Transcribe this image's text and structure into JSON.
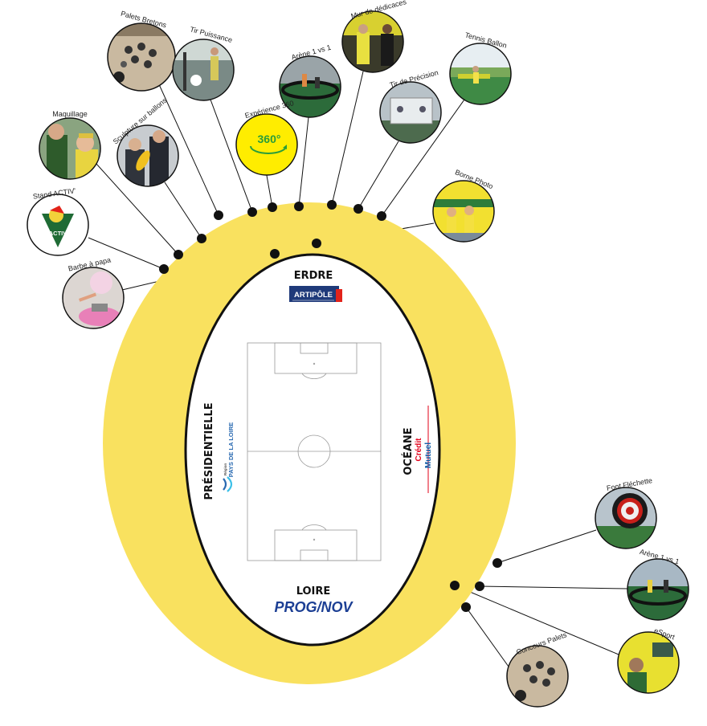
{
  "stands": {
    "north": "ERDRE",
    "south": "LOIRE",
    "west": "PRÉSIDENTIELLE",
    "east": "OCÉANE"
  },
  "sponsors": {
    "north": "ARTIPÔLE",
    "south": "PROG/NOV",
    "west_small": "Région",
    "west": "PAYS DE LA LOIRE",
    "east_top": "Crédit",
    "east_bottom": "Mutuel"
  },
  "activities": {
    "palets_bretons": "Palets Bretons",
    "tir_puissance": "Tir Puissance",
    "mur_dedicaces": "Mur de dédicaces",
    "arene_1vs1_top": "Arène 1 vs 1",
    "tennis_ballon": "Tennis Ballon",
    "experience_360": "Expérience 360",
    "tir_precision": "Tir de Précision",
    "maquillage": "Maquillage",
    "sculpture_ballons": "Sculpture sur ballons",
    "stand_activ": "Stand ACTIV'",
    "barbe_a_papa": "Barbe à papa",
    "borne_photo": "Borne Photo",
    "foot_flechette": "Foot Fléchette",
    "arene_1vs1_bottom": "Arène 1 vs 1",
    "esport": "eSport",
    "concours_palets": "Concours Palets"
  },
  "badges": {
    "experience_360": "360°",
    "stand_activ": "ACTIV"
  },
  "colors": {
    "concourse": "#f9e15f",
    "dot": "#111111",
    "pitch_line": "#9a9a9a",
    "artipole_bg": "#1f3a7a",
    "artipole_red": "#e2231a",
    "prognov_blue": "#1c3f94",
    "prognov_cyan": "#2ea6df",
    "pdl_blue": "#2a6ab1",
    "pdl_cyan": "#3cc0e8",
    "credit_red": "#e2001a",
    "credit_blue": "#0b5aa6",
    "yellow_360": "#ffed00",
    "green_360": "#2a9d3a"
  }
}
